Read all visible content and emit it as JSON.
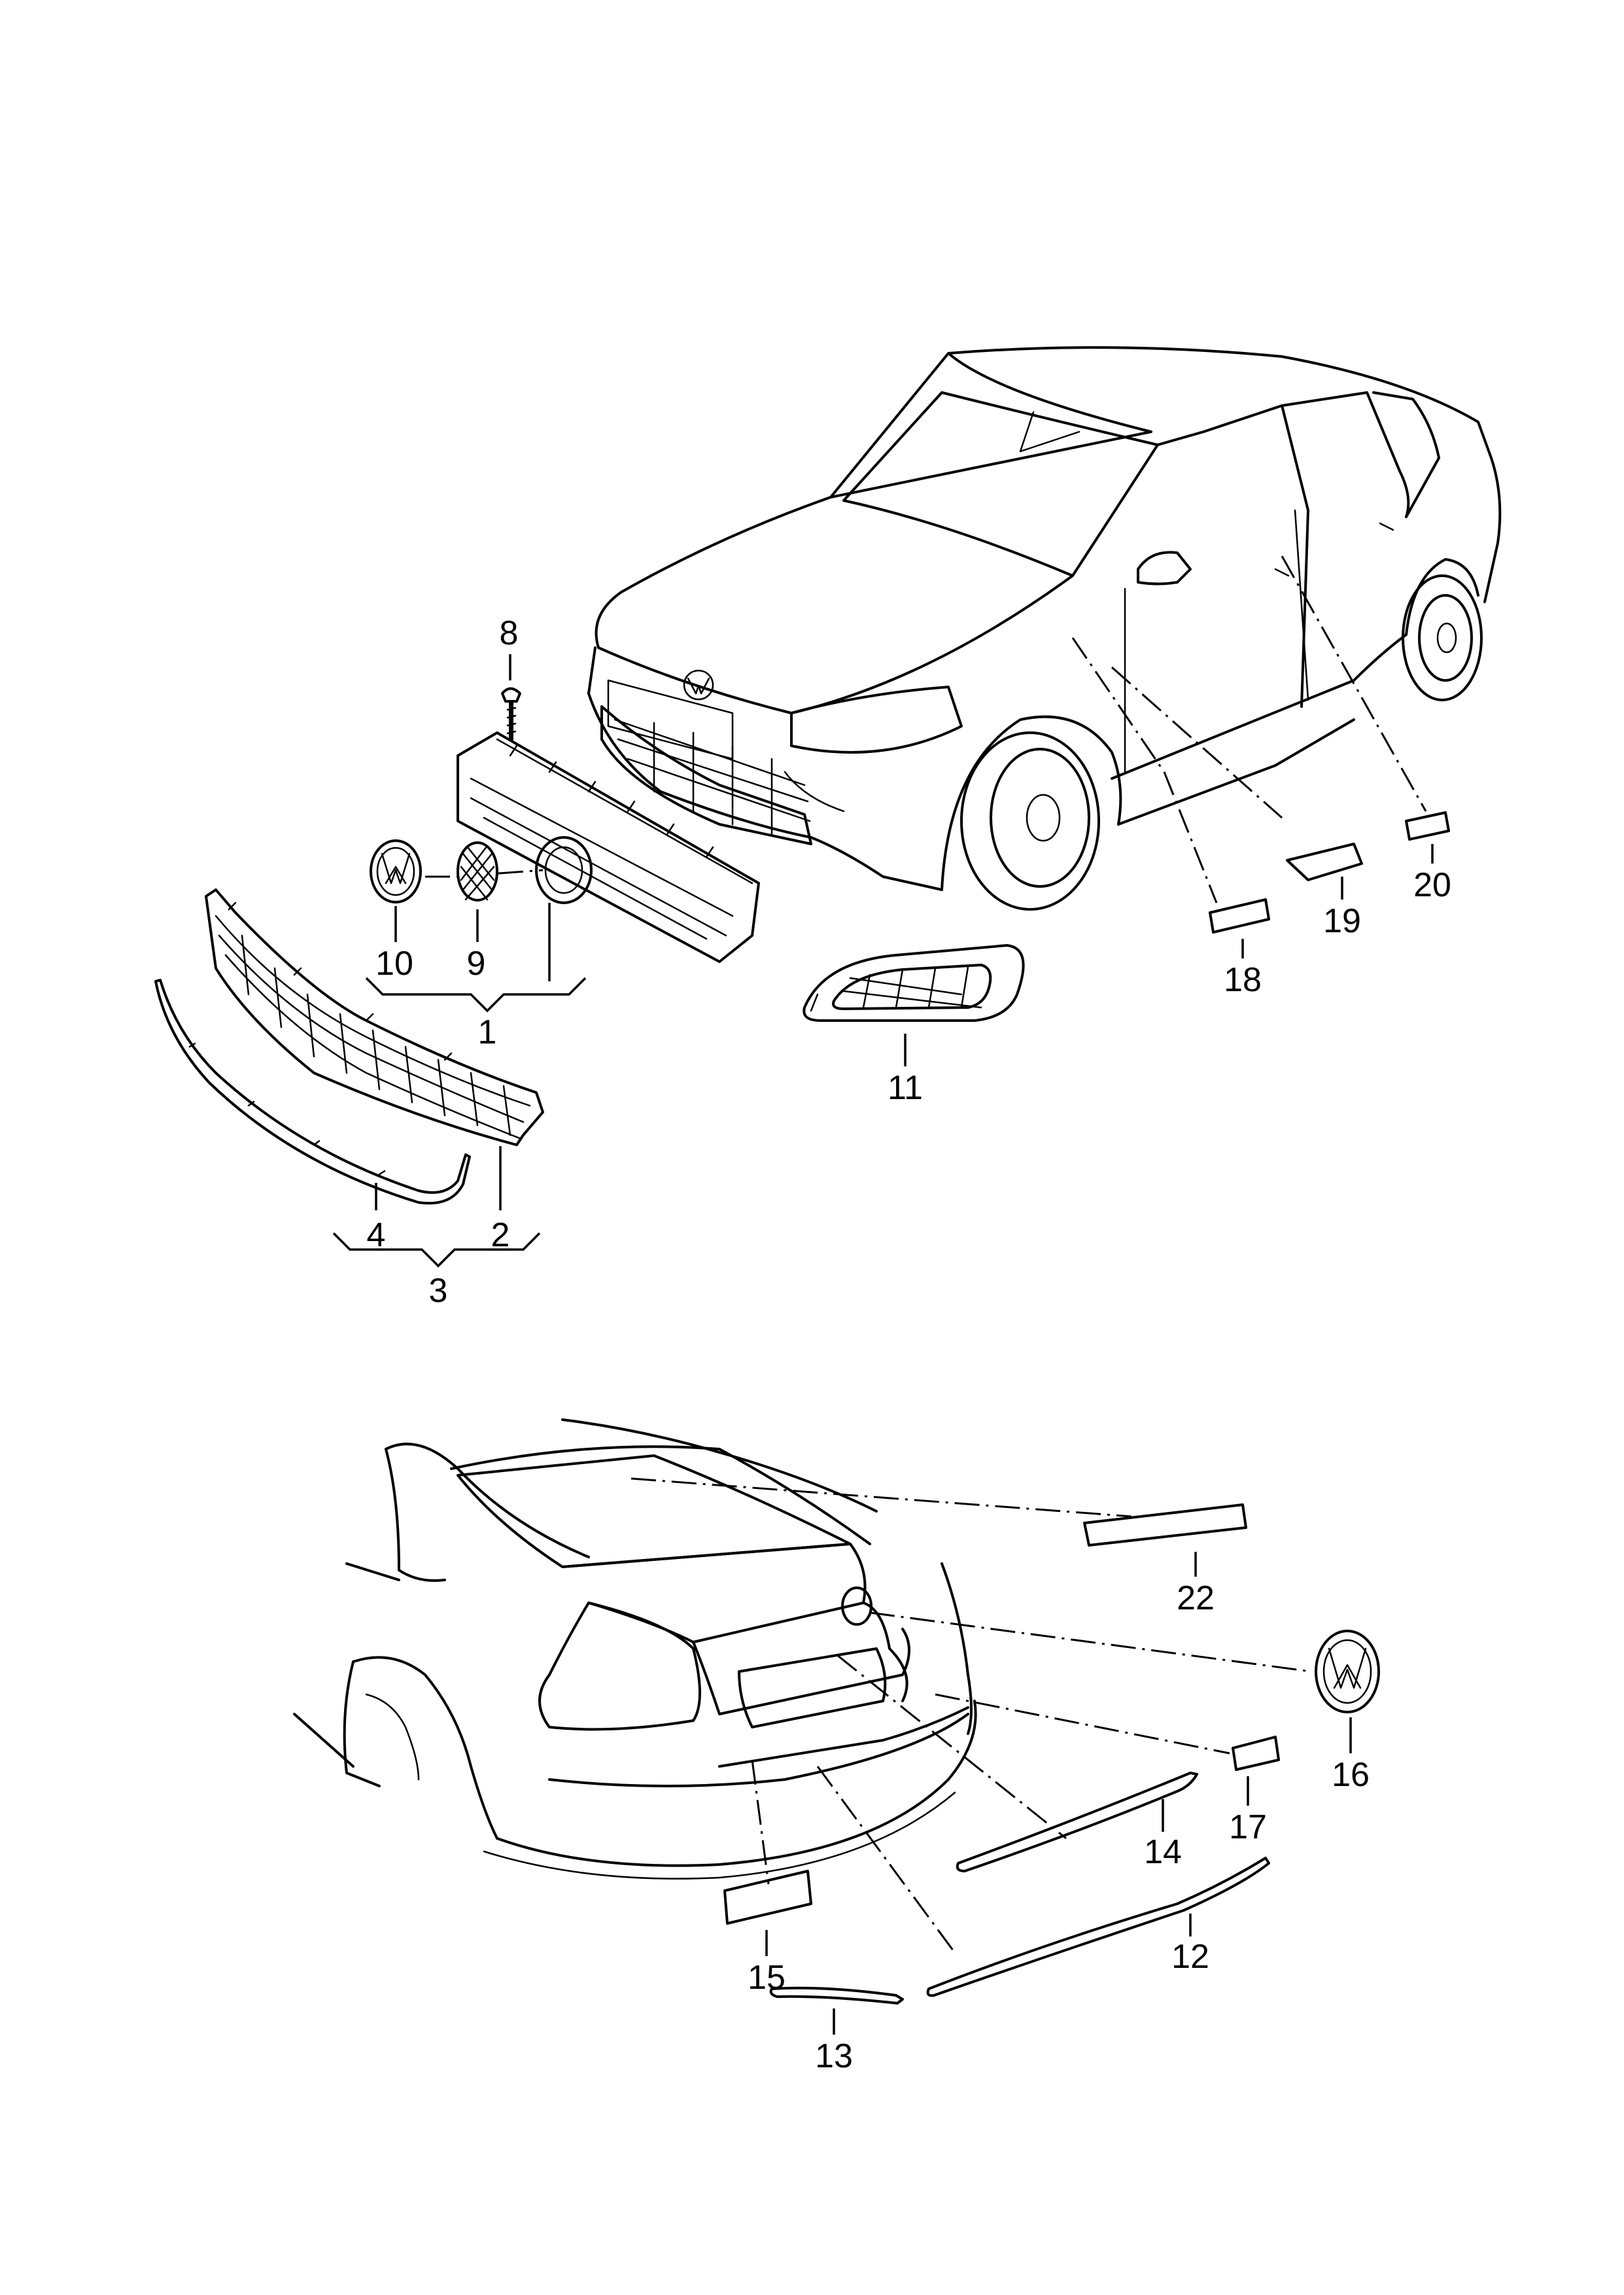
{
  "callouts": {
    "c1": "1",
    "c2": "2",
    "c3": "3",
    "c4": "4",
    "c8": "8",
    "c9": "9",
    "c10": "10",
    "c11": "11",
    "c12": "12",
    "c13": "13",
    "c14": "14",
    "c15": "15",
    "c16": "16",
    "c17": "17",
    "c18": "18",
    "c19": "19",
    "c20": "20",
    "c22": "22"
  },
  "icons": {
    "front_view": "car-front-icon",
    "rear_view": "car-rear-icon",
    "emblem": "vw-emblem-icon"
  },
  "colors": {
    "line": "#000000",
    "background": "#ffffff"
  }
}
